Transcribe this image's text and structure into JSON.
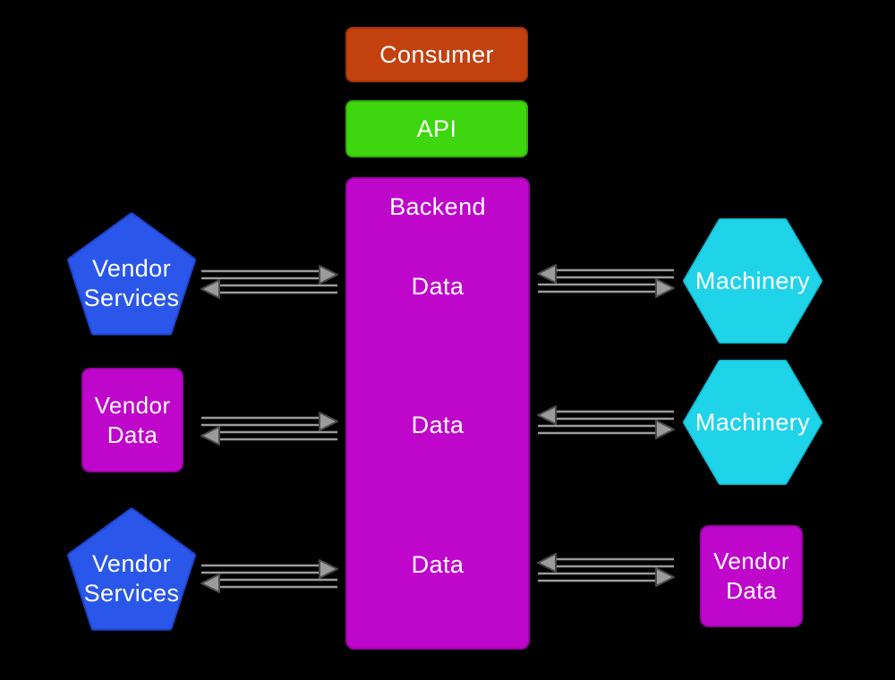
{
  "colors": {
    "background": "#000000",
    "text": "#ffffff",
    "consumer-fill": "#c2410f",
    "consumer-border": "#a1350a",
    "api-fill": "#3ed60e",
    "api-border": "#2fae08",
    "magenta-fill": "#bf06cb",
    "magenta-border": "#9a04a6",
    "blue-fill": "#2a57e9",
    "blue-border": "#1d43cb",
    "cyan-fill": "#1fd3e9",
    "cyan-border": "#10b4ca",
    "arrow-fill": "#9b9b9b",
    "arrow-outline": "#4a4a4a"
  },
  "nodes": {
    "consumer": {
      "label": "Consumer"
    },
    "api": {
      "label": "API"
    },
    "backend": {
      "title": "Backend",
      "rows": [
        {
          "label": "Data"
        },
        {
          "label": "Data"
        },
        {
          "label": "Data"
        }
      ]
    },
    "left_column": [
      {
        "shape": "pentagon",
        "label": "Vendor\nServices"
      },
      {
        "shape": "rounded-square",
        "label": "Vendor\nData"
      },
      {
        "shape": "pentagon",
        "label": "Vendor\nServices"
      }
    ],
    "right_column": [
      {
        "shape": "hexagon",
        "label": "Machinery"
      },
      {
        "shape": "hexagon",
        "label": "Machinery"
      },
      {
        "shape": "rounded-square",
        "label": "Vendor\nData"
      }
    ]
  },
  "connections": {
    "type": "bidirectional-double-arrow",
    "left_pairs": 3,
    "right_pairs": 3
  }
}
